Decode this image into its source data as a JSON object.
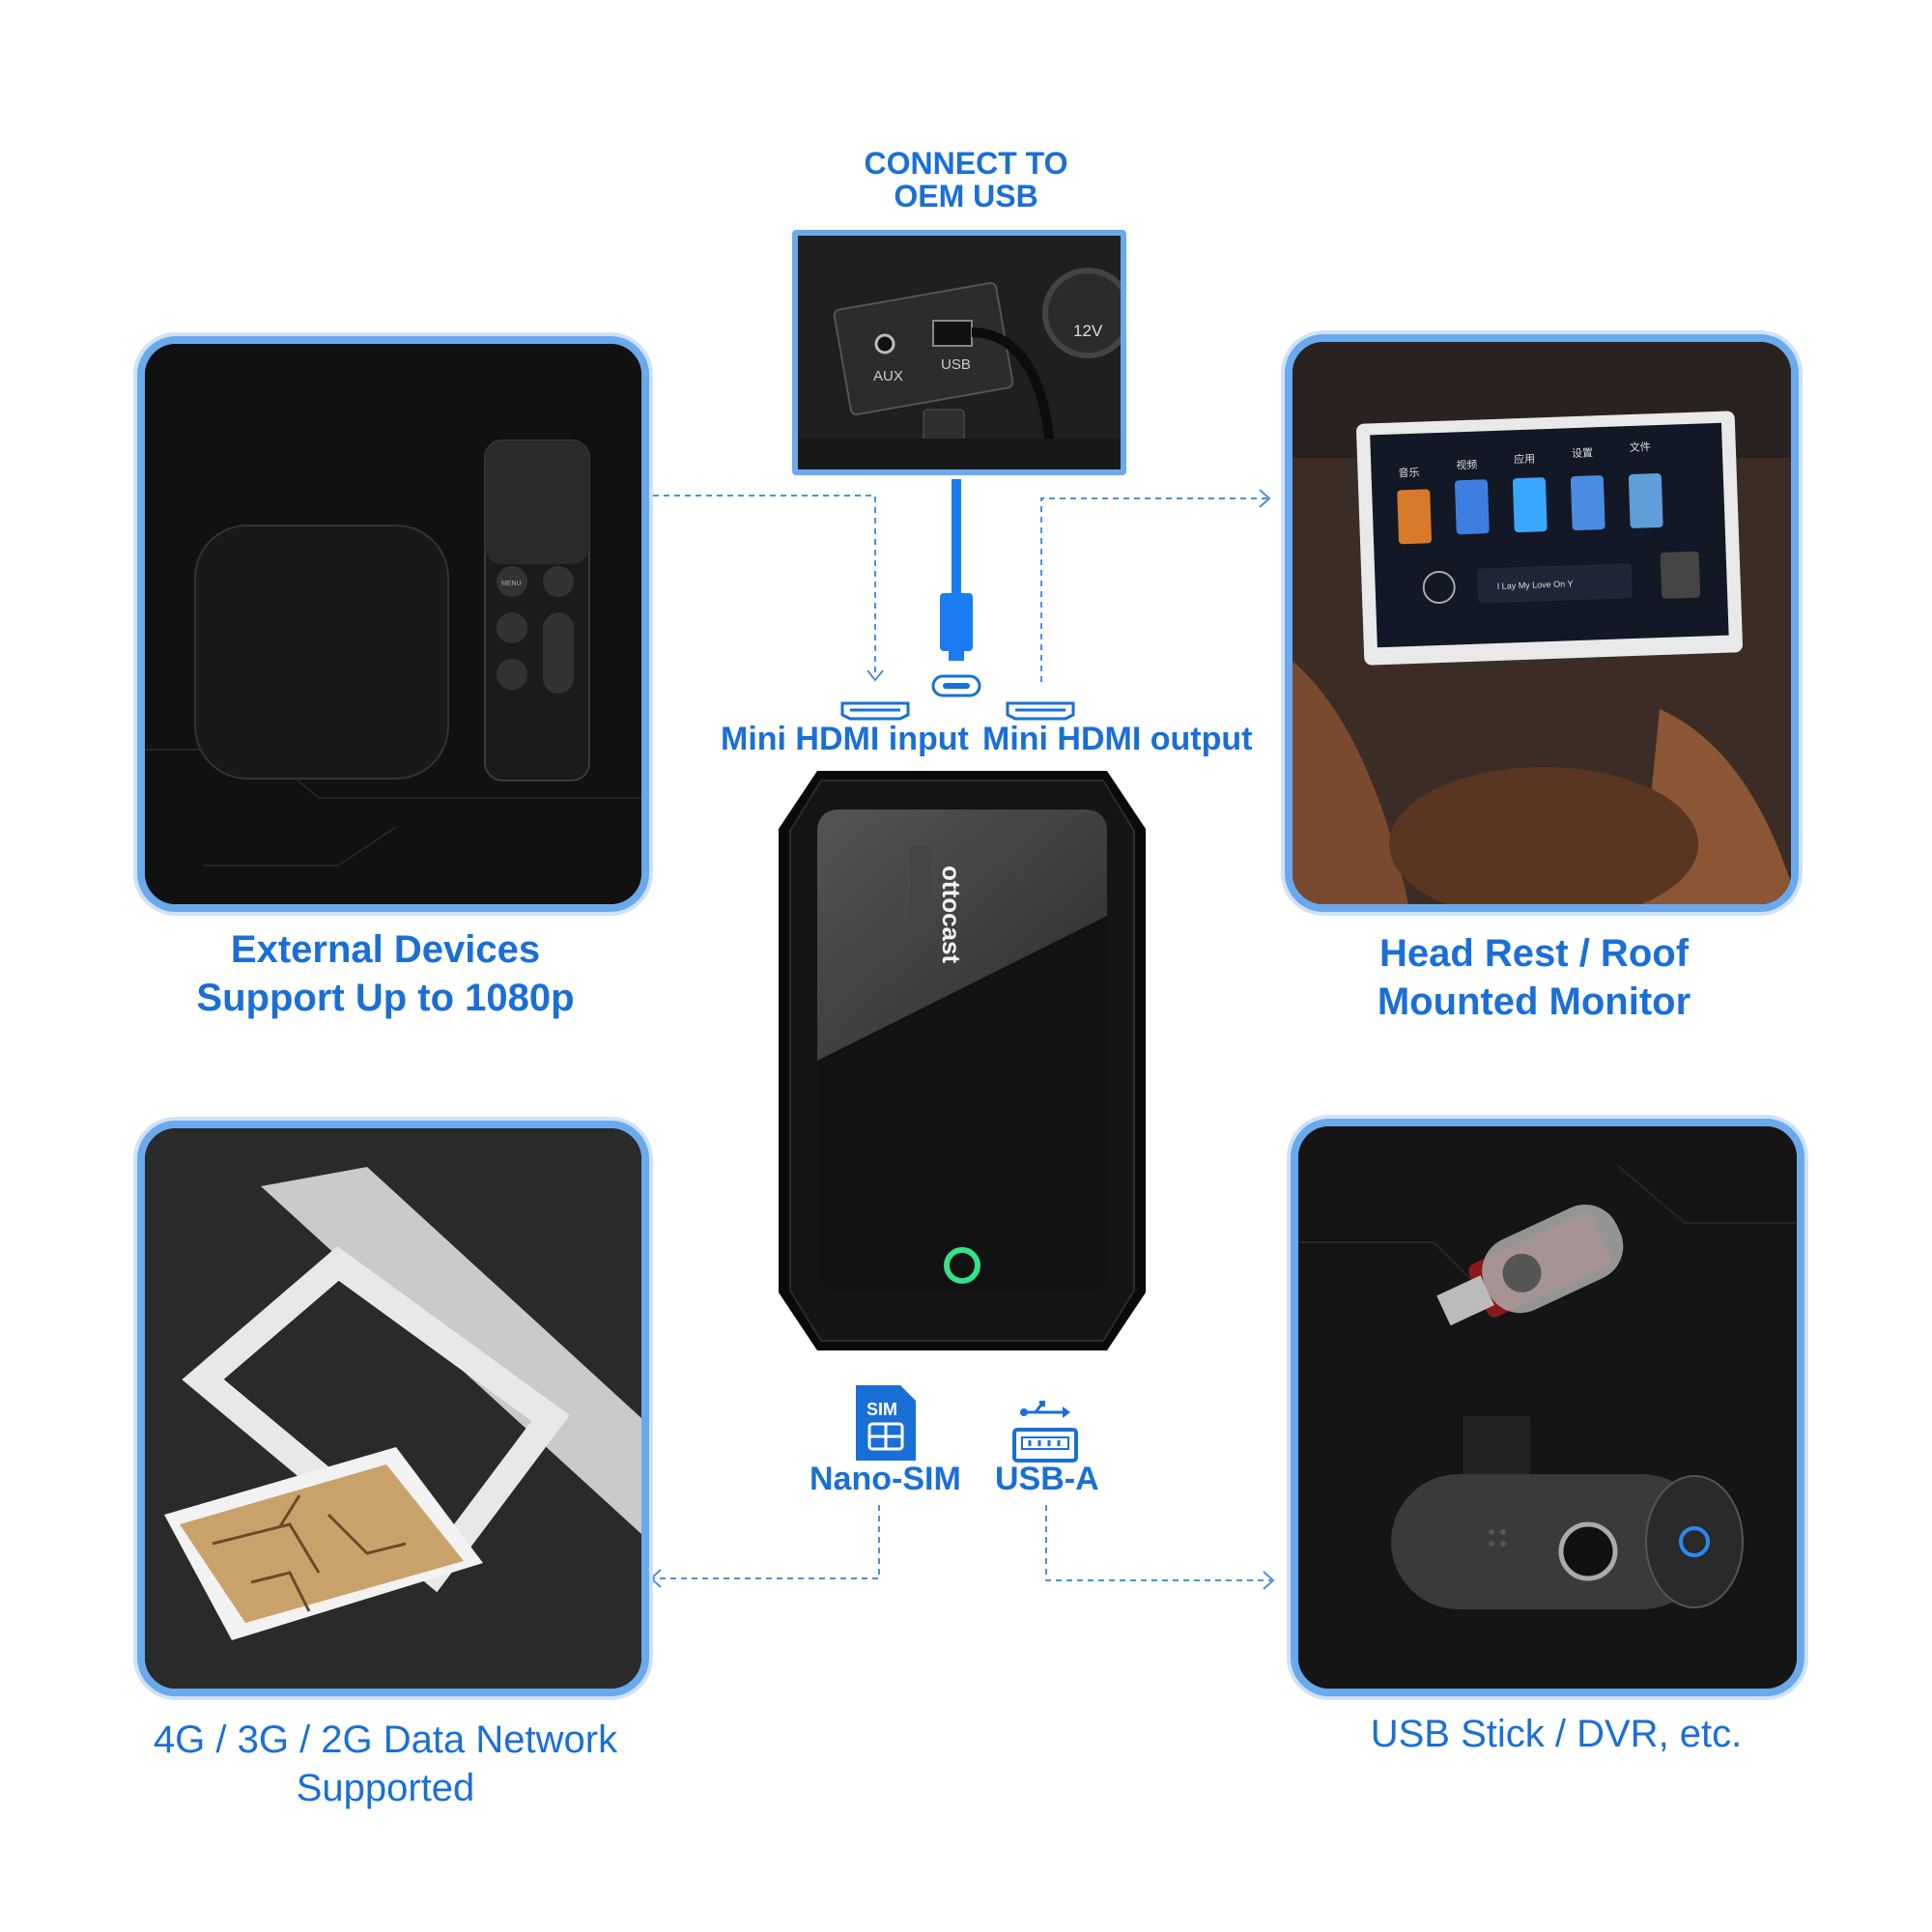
{
  "top": {
    "title_line1": "CONNECT TO",
    "title_line2": "OEM USB"
  },
  "usb_photo": {
    "labels": [
      "AUX",
      "USB",
      "12V"
    ]
  },
  "ports": {
    "input_label": "Mini HDMI input",
    "output_label": "Mini HDMI output",
    "sim_label": "Nano-SIM",
    "sim_badge": "SIM",
    "usb_label": "USB-A"
  },
  "device": {
    "brand": "ottocast",
    "led_color": "#34e08a"
  },
  "panels": {
    "top_left": {
      "line1": "External Devices",
      "line2": "Support Up to 1080p"
    },
    "top_right": {
      "line1": "Head Rest / Roof",
      "line2": "Mounted Monitor"
    },
    "bottom_left": {
      "line1": "4G / 3G / 2G Data Network",
      "line2": "Supported"
    },
    "bottom_right": {
      "line1": "USB Stick / DVR, etc."
    }
  },
  "monitor_screen": {
    "menu": [
      "音乐",
      "视频",
      "应用",
      "设置",
      "文件"
    ],
    "song": "I Lay My Love On Y"
  },
  "remote": {
    "menu_label": "MENU"
  },
  "colors": {
    "accent": "#1a6fd6",
    "panel_border": "#6aa9ec",
    "cable": "#1a7cf0"
  }
}
